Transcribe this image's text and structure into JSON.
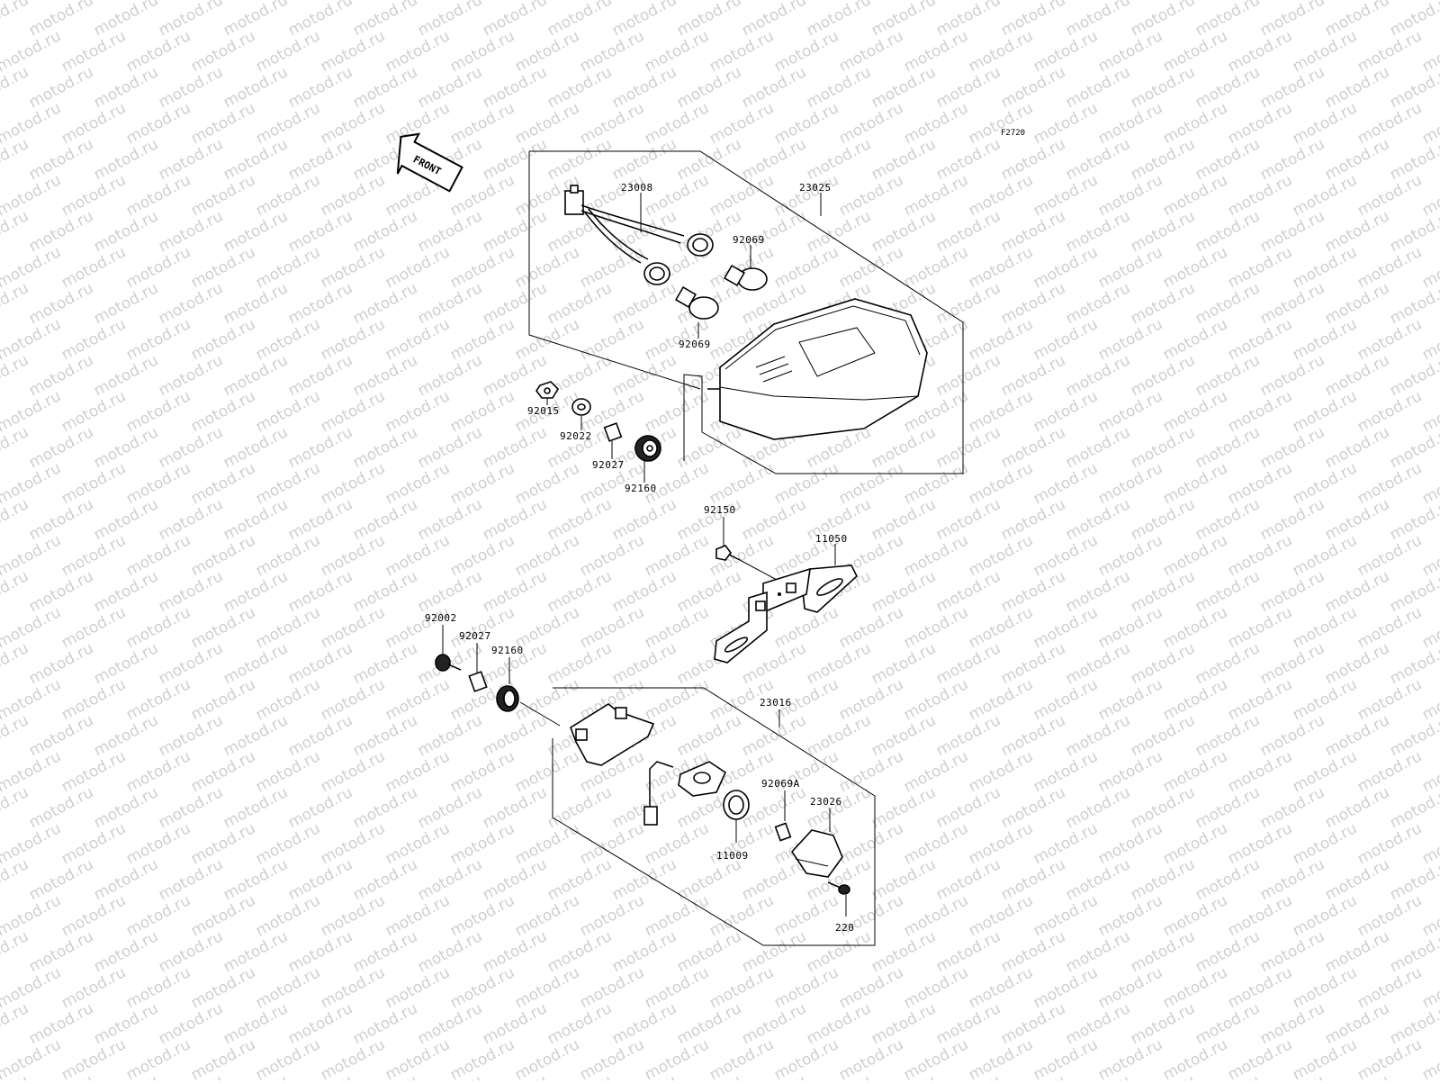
{
  "diagram": {
    "figure_code": "F2720",
    "front_label": "FRONT",
    "watermark_text": "motod.ru",
    "colors": {
      "line": "#000000",
      "background": "#ffffff",
      "watermark": "#cfcfcf"
    },
    "labels": {
      "p23008": "23008",
      "p23025": "23025",
      "p92069_top": "92069",
      "p92069_bottom": "92069",
      "p92015": "92015",
      "p92022": "92022",
      "p92027_top": "92027",
      "p92160_top": "92160",
      "p92150": "92150",
      "p11050": "11050",
      "p92002": "92002",
      "p92027_bottom": "92027",
      "p92160_bottom": "92160",
      "p23016": "23016",
      "p92069A": "92069A",
      "p23026": "23026",
      "p11009": "11009",
      "p220": "220"
    }
  }
}
